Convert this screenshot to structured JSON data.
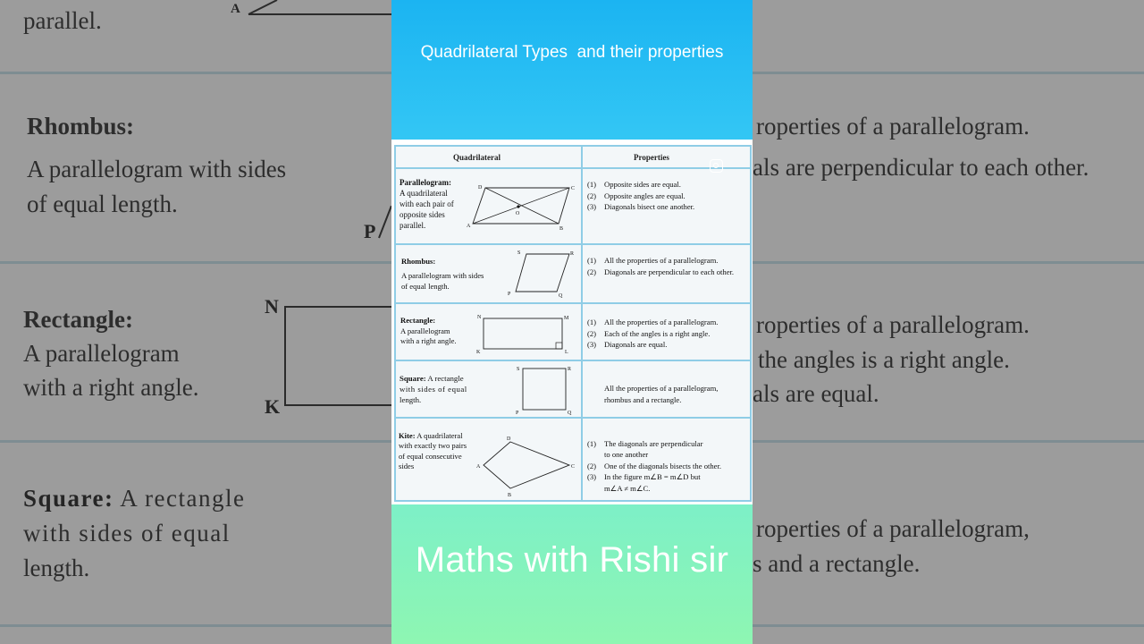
{
  "header": {
    "title": "Quadrilateral Types  and their properties"
  },
  "footer": {
    "channel": "Maths with Rishi sir"
  },
  "table": {
    "col_quadrilateral": "Quadrilateral",
    "col_properties": "Properties",
    "rows": [
      {
        "name": "Parallelogram:",
        "desc_lines": [
          "A quadrilateral",
          "with each pair of",
          "opposite sides",
          "parallel."
        ],
        "vertices": {
          "a": "A",
          "b": "B",
          "c": "C",
          "d": "D",
          "o": "O"
        },
        "props": [
          {
            "n": "(1)",
            "t": "Opposite sides are equal."
          },
          {
            "n": "(2)",
            "t": "Opposite angles are equal."
          },
          {
            "n": "(3)",
            "t": "Diagonals bisect one another."
          }
        ]
      },
      {
        "name": "Rhombus:",
        "desc_lines": [
          "A parallelogram with sides",
          "of equal length."
        ],
        "vertices": {
          "p": "P",
          "q": "Q",
          "r": "R",
          "s": "S"
        },
        "props": [
          {
            "n": "(1)",
            "t": "All the properties of a parallelogram."
          },
          {
            "n": "(2)",
            "t": "Diagonals are perpendicular to each other."
          }
        ]
      },
      {
        "name": "Rectangle:",
        "desc_lines": [
          "A parallelogram",
          "with a right angle."
        ],
        "vertices": {
          "n": "N",
          "m": "M",
          "k": "K",
          "l": "L"
        },
        "props": [
          {
            "n": "(1)",
            "t": "All the properties of a parallelogram."
          },
          {
            "n": "(2)",
            "t": "Each of the angles is a right angle."
          },
          {
            "n": "(3)",
            "t": "Diagonals are equal."
          }
        ]
      },
      {
        "name": "Square:",
        "name_rest": " A rectangle",
        "desc_lines": [
          "with sides of equal",
          "length."
        ],
        "vertices": {
          "s": "S",
          "r": "R",
          "p": "P",
          "q": "Q"
        },
        "props_plain": [
          "All the properties of a parallelogram,",
          "rhombus and a rectangle."
        ]
      },
      {
        "name": "Kite:",
        "name_rest": " A quadrilateral",
        "desc_lines": [
          "with exactly two pairs",
          "of equal consecutive",
          "sides"
        ],
        "vertices": {
          "a": "A",
          "b": "B",
          "c": "C",
          "d": "D"
        },
        "props": [
          {
            "n": "(1)",
            "t": "The diagonals are perpendicular"
          },
          {
            "n": "",
            "t": "to one another"
          },
          {
            "n": "(2)",
            "t": "One of the diagonals bisects the other."
          },
          {
            "n": "(3)",
            "t": "In the figure m∠B = m∠D but"
          },
          {
            "n": "",
            "t": "m∠A ≠ m∠C."
          }
        ]
      }
    ]
  },
  "background": {
    "left": {
      "top_text": "parallel.",
      "top_letter": "A",
      "rhombus_title": "Rhombus:",
      "rhombus_lines": [
        "A parallelogram with sides",
        "of equal length."
      ],
      "rhombus_letter": "P",
      "rectangle_title": "Rectangle:",
      "rectangle_lines": [
        "A parallelogram",
        "with a right angle."
      ],
      "rectangle_letters": {
        "n": "N",
        "k": "K"
      },
      "square_title": "Square:",
      "square_rest": " A rectangle",
      "square_lines": [
        "with sides of equal",
        "length."
      ]
    },
    "right": {
      "lines": [
        "roperties of a parallelogram.",
        "als are perpendicular to each other.",
        "roperties of a parallelogram.",
        "the angles is a right angle.",
        "als are equal.",
        "roperties of a parallelogram,",
        "s and a rectangle."
      ]
    }
  }
}
